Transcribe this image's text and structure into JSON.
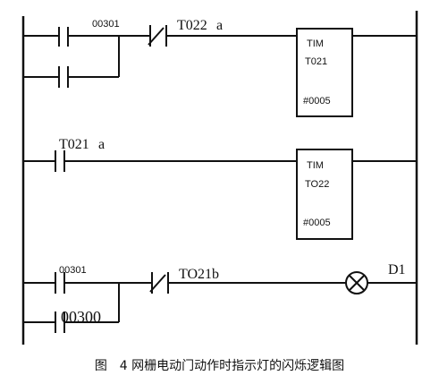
{
  "rung1": {
    "contact_top": "00301",
    "nc_contact": "T022",
    "nc_suffix": "a",
    "timer_type": "TIM",
    "timer_name": "T021",
    "timer_const": "#0005"
  },
  "rung2": {
    "contact": "T021",
    "contact_suffix": "a",
    "timer_type": "TIM",
    "timer_name": "TO22",
    "timer_const": "#0005"
  },
  "rung3": {
    "contact_top": "00301",
    "contact_bottom": "00300",
    "nc_contact": "TO21b",
    "output": "D1"
  },
  "caption": "图　4 网栅电动门动作时指示灯的闪烁逻辑图"
}
